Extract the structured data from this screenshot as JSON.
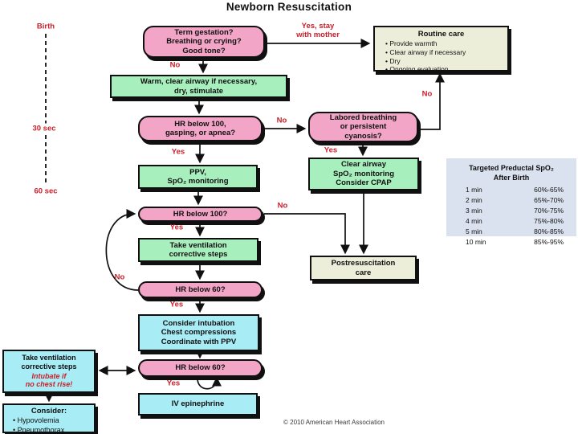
{
  "title": "Newborn Resuscitation",
  "copyright": "© 2010 American Heart Association",
  "timeline": {
    "birth": "Birth",
    "t30": "30 sec",
    "t60": "60 sec"
  },
  "labels": {
    "yes_stay": "Yes, stay\nwith mother",
    "no_term": "No",
    "no_hr100g": "No",
    "yes_hr100g": "Yes",
    "yes_labored": "Yes",
    "no_labored": "No",
    "no_hr100": "No",
    "yes_hr100": "Yes",
    "no_hr60a": "No",
    "yes_hr60a": "Yes",
    "yes_hr60b": "Yes"
  },
  "boxes": {
    "term": "Term gestation?\nBreathing or crying?\nGood tone?",
    "routine": {
      "title": "Routine care",
      "items": [
        "Provide warmth",
        "Clear airway if necessary",
        "Dry",
        "Ongoing evaluation"
      ]
    },
    "warm": "Warm, clear airway if necessary,\ndry, stimulate",
    "hr100g": "HR below 100,\ngasping, or apnea?",
    "labored": "Labored breathing\nor persistent\ncyanosis?",
    "ppv": "PPV,\nSpO₂ monitoring",
    "cpap": "Clear airway\nSpO₂ monitoring\nConsider CPAP",
    "hr100": "HR below 100?",
    "ventsteps": "Take ventilation\ncorrective steps",
    "postres": "Postresuscitation\ncare",
    "hr60a": "HR below 60?",
    "intubation": "Consider intubation\nChest compressions\nCoordinate with PPV",
    "hr60b": "HR below 60?",
    "ventsteps2": {
      "main": "Take ventilation\ncorrective steps",
      "warning": "Intubate if\nno chest rise!"
    },
    "consider": {
      "title": "Consider:",
      "items": [
        "Hypovolemia",
        "Pneumothorax"
      ]
    },
    "epi": "IV epinephrine"
  },
  "spo2_table": {
    "title_line1": "Targeted Preductal SpO₂",
    "title_line2": "After Birth",
    "rows": [
      {
        "time": "1 min",
        "range": "60%-65%"
      },
      {
        "time": "2 min",
        "range": "65%-70%"
      },
      {
        "time": "3 min",
        "range": "70%-75%"
      },
      {
        "time": "4 min",
        "range": "75%-80%"
      },
      {
        "time": "5 min",
        "range": "80%-85%"
      },
      {
        "time": "10 min",
        "range": "85%-95%"
      }
    ]
  },
  "colors": {
    "pink": "#F2A5C6",
    "green": "#A8EFBE",
    "cream": "#EDEEDA",
    "cyan": "#A8ECF5",
    "table_bg": "#DBE2EF",
    "label_red": "#C8202A",
    "line": "#101010"
  }
}
